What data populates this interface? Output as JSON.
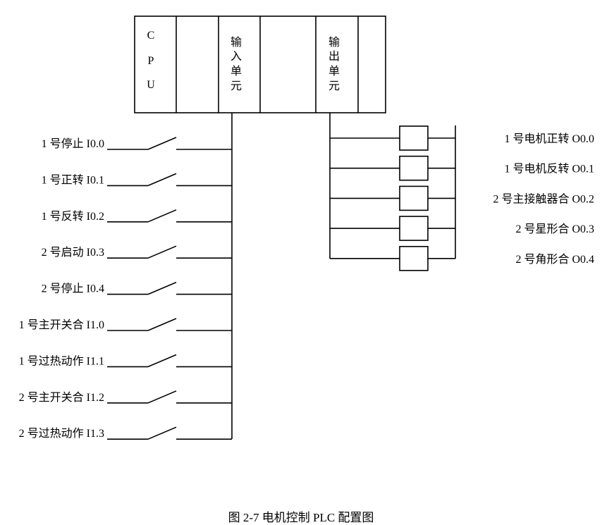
{
  "plc": {
    "cpu_label": [
      "C",
      "P",
      "U"
    ],
    "input_label": [
      "输",
      "入",
      "单",
      "元"
    ],
    "output_label": [
      "输",
      "出",
      "单",
      "元"
    ]
  },
  "inputs": [
    "1 号停止 I0.0",
    "1 号正转 I0.1",
    "1 号反转 I0.2",
    "2 号启动 I0.3",
    "2 号停止 I0.4",
    "1 号主开关合 I1.0",
    "1 号过热动作 I1.1",
    "2 号主开关合 I1.2",
    "2 号过热动作 I1.3"
  ],
  "outputs": [
    "1 号电机正转 O0.0",
    "1 号电机反转 O0.1",
    "2 号主接触器合 O0.2",
    "2 号星形合 O0.3",
    "2 号角形合 O0.4"
  ],
  "caption": "图 2-7 电机控制 PLC 配置图"
}
